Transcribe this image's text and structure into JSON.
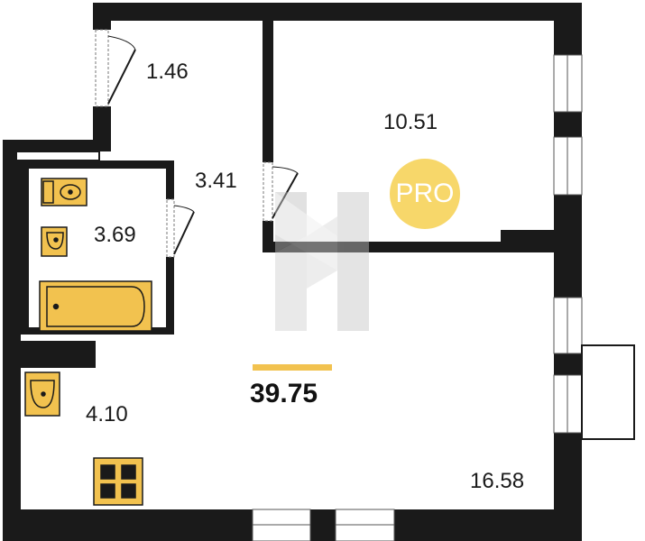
{
  "plan": {
    "total_area": "39.75",
    "badge": "PRO",
    "rooms": {
      "vestibule": "1.46",
      "corridor": "3.41",
      "bedroom": "10.51",
      "bathroom": "3.69",
      "kitchen": "4.10",
      "living": "16.58"
    }
  },
  "colors": {
    "wall": "#1a1a1a",
    "fixture": "#f2c24f",
    "badge": "#f7d76a",
    "accent_bar": "#f2c24f"
  }
}
